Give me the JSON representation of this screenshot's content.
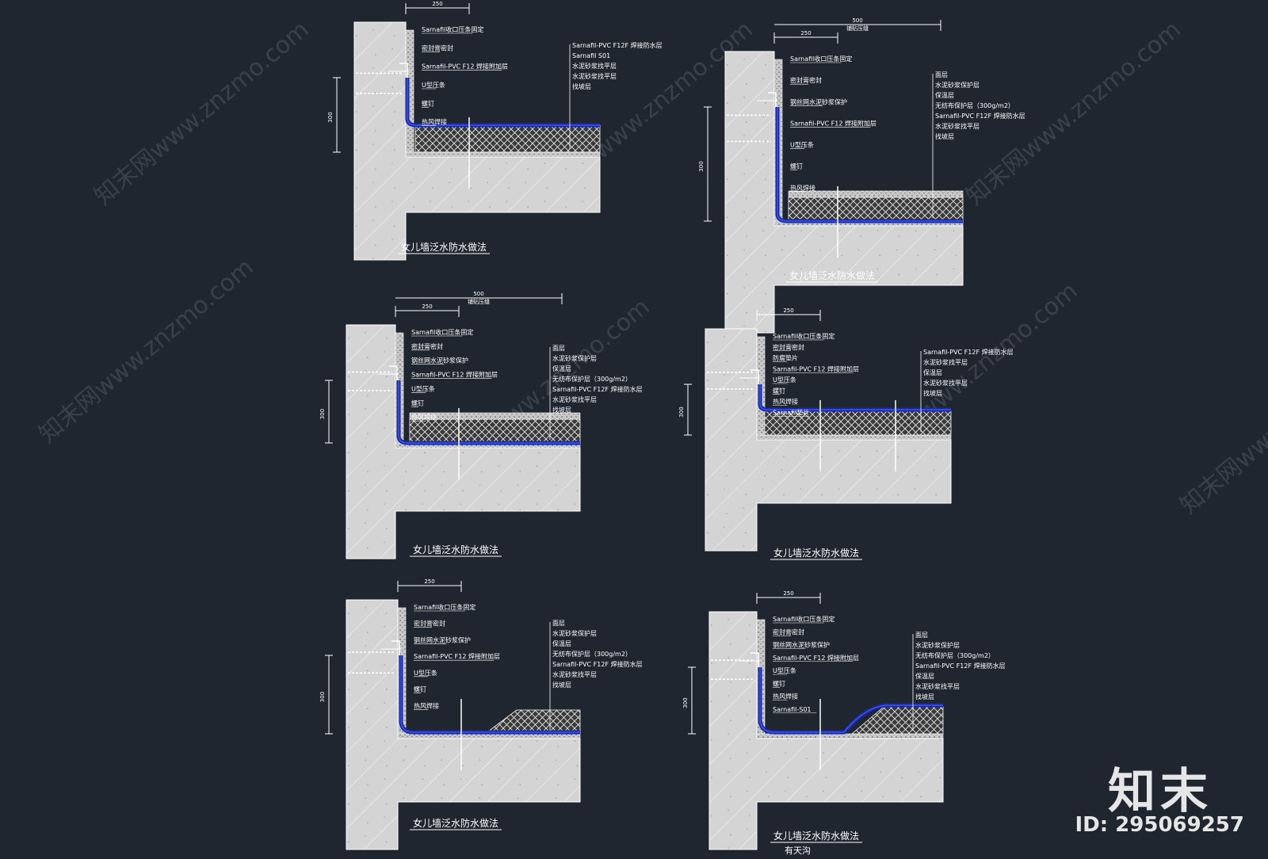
{
  "watermark": {
    "text": "知末网www.znzmo.com"
  },
  "brand": {
    "name": "知末",
    "id_text": "ID: 295069257"
  },
  "dims": {
    "d250": "250",
    "d500": "500",
    "d300": "300",
    "tin": "铺贴压缝"
  },
  "details": [
    {
      "title": "女儿墙泛水防水做法",
      "subtitle": "",
      "left_labels": [
        "Sarnafil收口压条固定",
        "密封膏密封",
        "Sarnafil-PVC F12 焊接附加层",
        "U型压条",
        "螺钉",
        "热风焊接"
      ],
      "right_labels": [
        "Sarnafil-PVC F12F 焊接防水层",
        "Sarnafil S01",
        "水泥砂浆找平层",
        "水泥砂浆找平层",
        "找坡层"
      ]
    },
    {
      "title": "女儿墙泛水防水做法",
      "subtitle": "",
      "left_labels": [
        "Sarnafil收口压条固定",
        "密封膏密封",
        "钢丝网水泥砂浆保护",
        "Sarnafil-PVC F12 焊接附加层",
        "U型压条",
        "螺钉",
        "热风焊接"
      ],
      "right_labels": [
        "面层",
        "水泥砂浆保护层",
        "保温层",
        "无纺布保护层（300g/m2）",
        "Sarnafil-PVC F12F 焊接防水层",
        "水泥砂浆找平层",
        "找坡层"
      ]
    },
    {
      "title": "女儿墙泛水防水做法",
      "subtitle": "",
      "left_labels": [
        "Sarnafil收口压条固定",
        "密封膏密封",
        "钢丝网水泥砂浆保护",
        "Sarnafil-PVC F12 焊接附加层",
        "U型压条",
        "螺钉",
        "热风焊接"
      ],
      "right_labels": [
        "面层",
        "水泥砂浆保护层",
        "保温层",
        "无纺布保护层（300g/m2）",
        "Sarnafil-PVC F12F 焊接防水层",
        "水泥砂浆找平层",
        "找坡层"
      ]
    },
    {
      "title": "女儿墙泛水防水做法",
      "subtitle": "",
      "left_labels": [
        "Sarnafil收口压条固定",
        "密封膏密封",
        "防腐垫片",
        "Sarnafil-PVC F12 焊接附加层",
        "U型压条",
        "螺钉",
        "热风焊接",
        "Sarnafil垫片"
      ],
      "right_labels": [
        "Sarnafil-PVC F12F 焊接防水层",
        "水泥砂浆找平层",
        "保温层",
        "水泥砂浆找平层",
        "找坡层"
      ]
    },
    {
      "title": "女儿墙泛水防水做法",
      "subtitle": "",
      "left_labels": [
        "Sarnafil收口压条固定",
        "密封膏密封",
        "钢丝网水泥砂浆保护",
        "Sarnafil-PVC F12 焊接附加层",
        "U型压条",
        "螺钉",
        "热风焊接"
      ],
      "right_labels": [
        "面层",
        "水泥砂浆保护层",
        "保温层",
        "无纺布保护层（300g/m2）",
        "Sarnafil-PVC F12F 焊接防水层",
        "水泥砂浆找平层",
        "找坡层"
      ]
    },
    {
      "title": "女儿墙泛水防水做法",
      "subtitle": "有天沟",
      "left_labels": [
        "Sarnafil收口压条固定",
        "密封膏密封",
        "钢丝网水泥砂浆保护",
        "Sarnafil-PVC F12 焊接附加层",
        "U型压条",
        "螺钉",
        "热风焊接",
        "Sarnafil-S01"
      ],
      "right_labels": [
        "面层",
        "水泥砂浆保护层",
        "无纺布保护层（300g/m2）",
        "Sarnafil-PVC F12F 焊接防水层",
        "保温层",
        "水泥砂浆找平层",
        "找坡层"
      ]
    }
  ]
}
